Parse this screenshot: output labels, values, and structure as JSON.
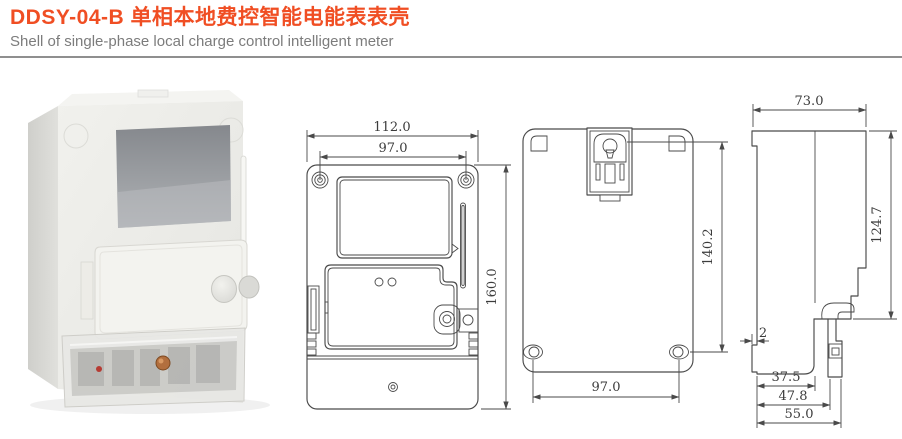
{
  "header": {
    "title": "DDSY-04-B 单相本地费控智能电能表表壳",
    "subtitle": "Shell of single-phase local charge control intelligent meter"
  },
  "colors": {
    "accent": "#f04e23",
    "subtitle_gray": "#7c7c7c",
    "drawing_line": "#4a4a4a",
    "lcd_gray": "#8e9196",
    "shell_white": "#efefeb"
  },
  "views": {
    "front": {
      "dim_width_overall": "112.0",
      "dim_width_holes": "97.0",
      "dim_height": "160.0"
    },
    "back": {
      "dim_height": "140.2",
      "dim_width_holes": "97.0"
    },
    "side": {
      "dim_depth_top": "73.0",
      "dim_height": "124.7",
      "dim_seal_tab": "2",
      "dim_bottom_1": "37.5",
      "dim_bottom_2": "47.8",
      "dim_bottom_3": "55.0"
    }
  }
}
